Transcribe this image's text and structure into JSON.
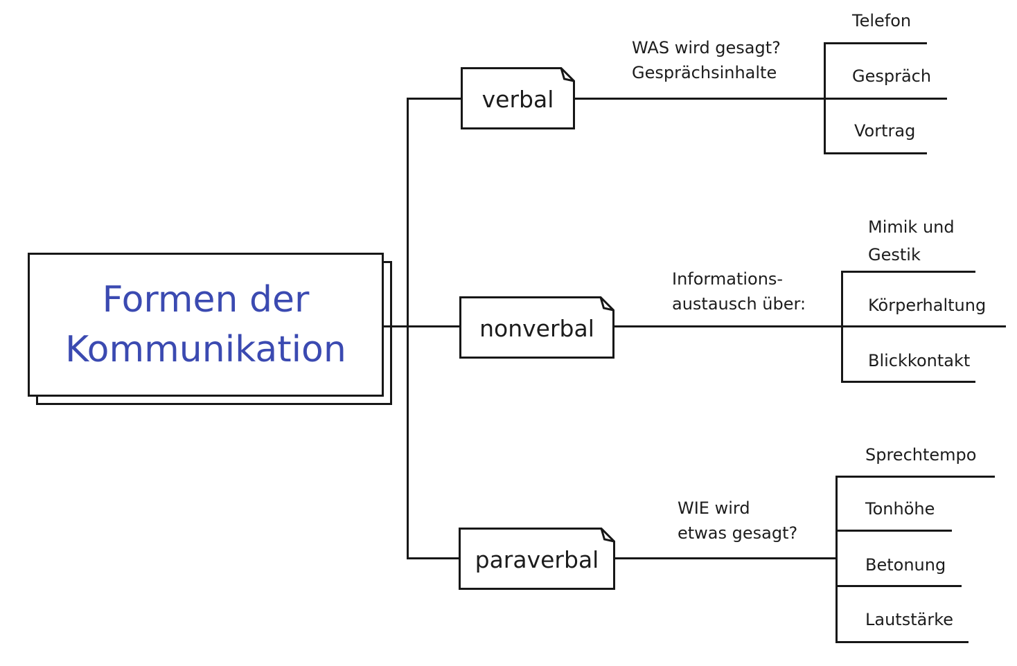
{
  "diagram": {
    "root": {
      "title_line1": "Formen der",
      "title_line2": "Kommunikation"
    },
    "branches": [
      {
        "label": "verbal",
        "annotation": [
          "WAS wird gesagt?",
          "Gesprächsinhalte"
        ],
        "leaves": [
          "Telefon",
          "Gespräch",
          "Vortrag"
        ]
      },
      {
        "label": "nonverbal",
        "annotation": [
          "Informations-",
          "austausch über:"
        ],
        "leaves": [
          "Mimik und Gestik",
          "Körperhaltung",
          "Blickkontakt"
        ]
      },
      {
        "label": "paraverbal",
        "annotation": [
          "WIE wird",
          "etwas gesagt?"
        ],
        "leaves": [
          "Sprechtempo",
          "Tonhöhe",
          "Betonung",
          "Lautstärke"
        ]
      }
    ],
    "colors": {
      "title_blue": "#3b4ab1",
      "line_black": "#171717",
      "text_black": "#1c1c1c",
      "background": "#ffffff"
    }
  }
}
